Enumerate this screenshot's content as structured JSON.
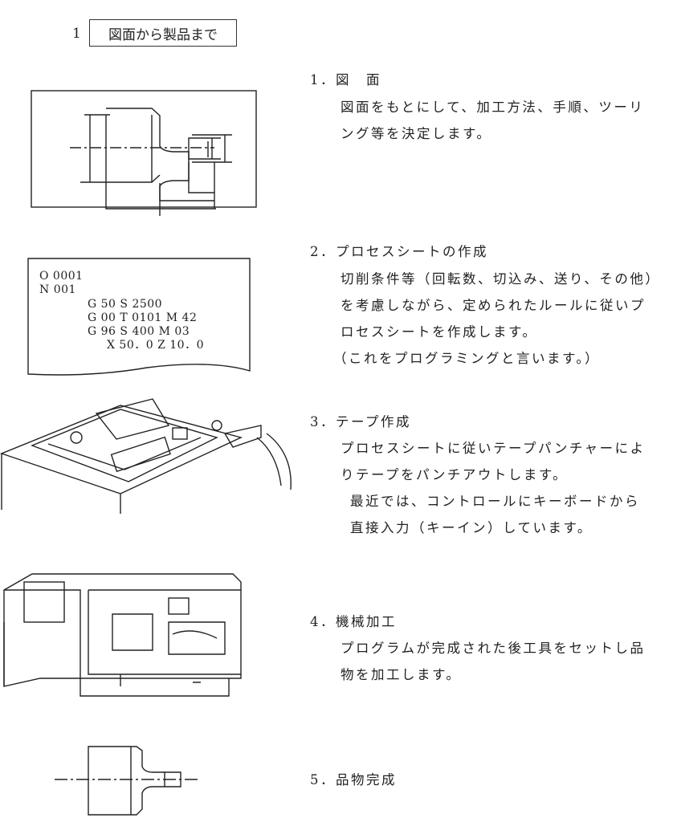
{
  "header": {
    "number": "1",
    "title": "図面から製品まで"
  },
  "sections": [
    {
      "heading": "1．図　面",
      "lines": [
        "図面をもとにして、加工方法、手順、ツーリ",
        "ング等を決定します。"
      ]
    },
    {
      "heading": "2．プロセスシートの作成",
      "lines": [
        "切削条件等（回転数、切込み、送り、その他）",
        "を考慮しながら、定められたルールに従いプ",
        "ロセスシートを作成します。",
        "（これをプログラミングと言います。）"
      ]
    },
    {
      "heading": "3．テープ作成",
      "lines": [
        "プロセスシートに従いテープパンチャーによ",
        "りテープをパンチアウトします。",
        "最近では、コントロールにキーボードから",
        "直接入力（キーイン）しています。"
      ]
    },
    {
      "heading": "4．機械加工",
      "lines": [
        "プログラムが完成された後工具をセットし品",
        "物を加工します。"
      ]
    },
    {
      "heading": "5．品物完成",
      "lines": []
    }
  ],
  "process_sheet": [
    "O 0001",
    "N 001",
    "G 50 S 2500",
    "G 00 T 0101 M 42",
    "G 96 S 400  M 03",
    "X 50．0 Z 10．0"
  ]
}
